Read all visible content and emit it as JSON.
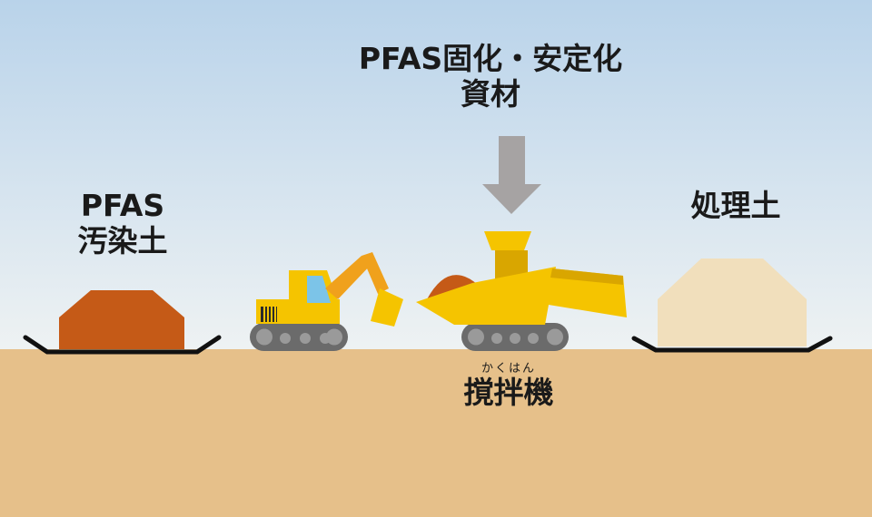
{
  "labels": {
    "contaminated": {
      "line1": "PFAS",
      "line2": "汚染土"
    },
    "material": {
      "line1": "PFAS固化・安定化",
      "line2": "資材"
    },
    "treated": "処理土",
    "mixer": {
      "ruby": "かくはん",
      "main": "撹拌機"
    }
  },
  "colors": {
    "sky_top": "#b9d3ea",
    "sky_bottom": "#eef2f3",
    "ground": "#e6c08a",
    "contaminated_soil": "#c55a17",
    "treated_soil": "#f1dfbc",
    "machine_yellow": "#f5c400",
    "machine_dark_yellow": "#d9a600",
    "machine_orange": "#f0a11c",
    "track": "#6b6b6b",
    "arrow": "#a6a3a3"
  },
  "icons": [
    "excavator-icon",
    "mixer-machine-icon",
    "down-arrow-icon"
  ]
}
